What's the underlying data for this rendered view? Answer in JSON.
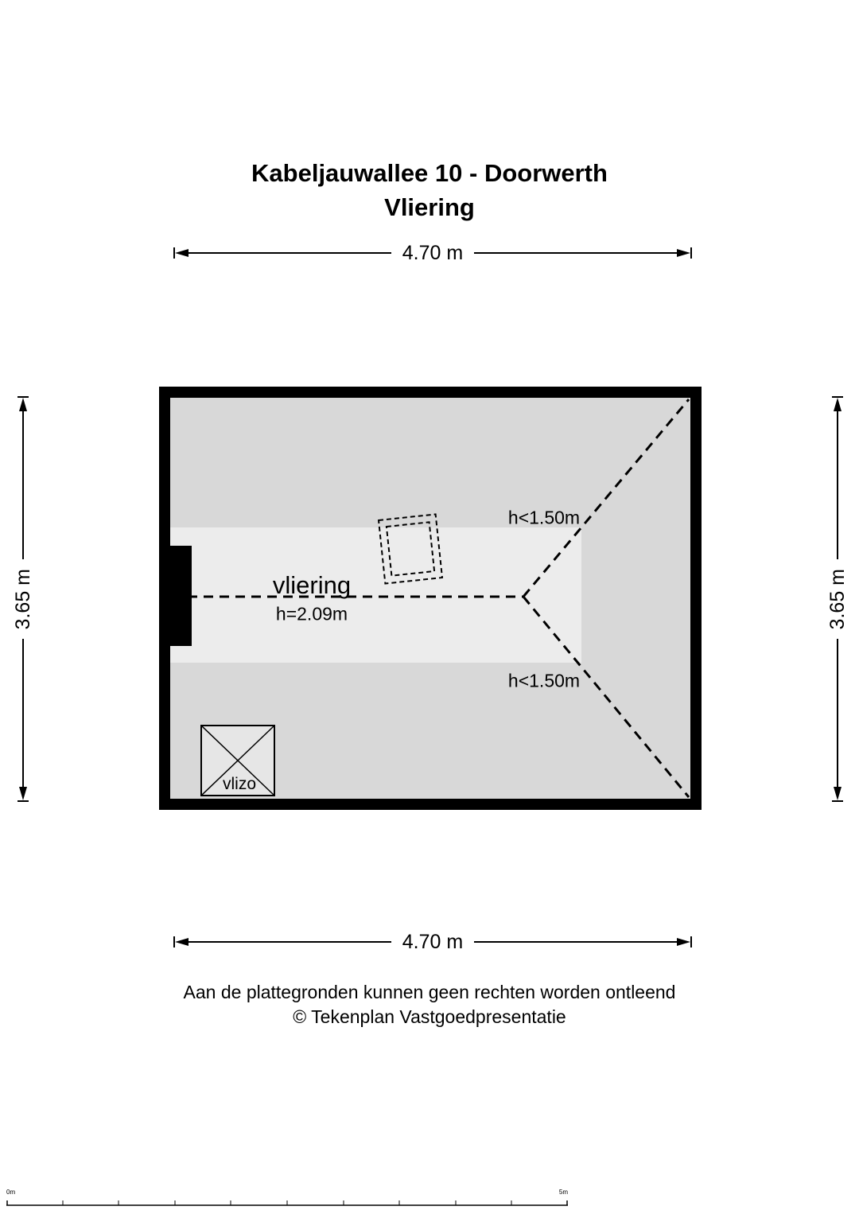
{
  "title": {
    "line1": "Kabeljauwallee 10 - Doorwerth",
    "line2": "Vliering"
  },
  "dimensions": {
    "top": "4.70 m",
    "bottom": "4.70 m",
    "left": "3.65 m",
    "right": "3.65 m"
  },
  "plan": {
    "room_label": "vliering",
    "room_height": "h=2.09m",
    "upper_height_label": "h<1.50m",
    "lower_height_label": "h<1.50m",
    "hatch_label": "vlizo"
  },
  "footer": {
    "line1": "Aan de plattegronden kunnen geen rechten worden ontleend",
    "line2": "© Tekenplan Vastgoedpresentatie"
  },
  "scalebar": {
    "start": "0m",
    "end": "5m"
  },
  "colors": {
    "wall": "#000000",
    "interior": "#d8d8d8",
    "band": "#ececec"
  }
}
